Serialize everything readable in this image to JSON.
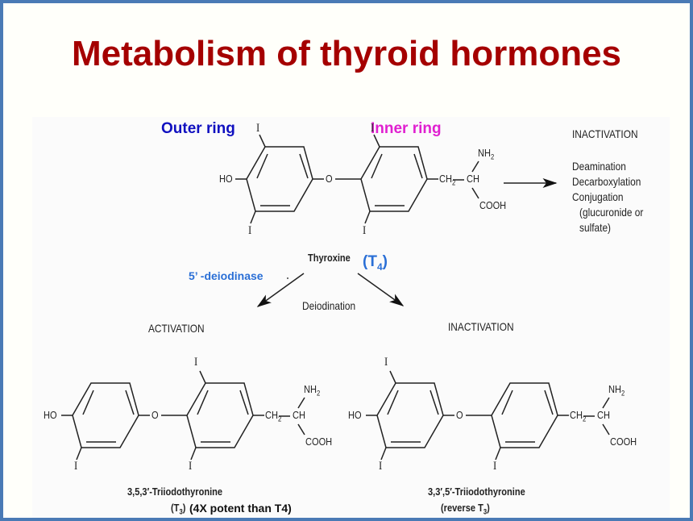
{
  "slide": {
    "title": "Metabolism of thyroid hormones",
    "border_color": "#4a7ab5",
    "title_color": "#a50000"
  },
  "annotations": {
    "outer_ring": "Outer ring",
    "inner_ring": "Inner ring",
    "t4_tag": "(T",
    "t4_sub": "4",
    "t4_tag_close": ")",
    "enzyme": "5’ -deiodinase",
    "potency": "(4X potent than T4)",
    "colors": {
      "outer_ring": "#1010c0",
      "inner_ring": "#e020d0",
      "blue_label": "#2a6fd6"
    }
  },
  "thyroxine": {
    "name": "Thyroxine",
    "substituents": {
      "iodine": "I",
      "hydroxyl": "HO",
      "ether_oxygen": "O",
      "methylene": "CH",
      "methylene_sub": "2",
      "alpha_carbon": "CH",
      "amine": "NH",
      "amine_sub": "2",
      "carboxyl": "COOH"
    }
  },
  "inactivation_top": {
    "heading": "INACTIVATION",
    "items": [
      "Deamination",
      "Decarboxylation",
      "Conjugation",
      "(glucuronide or",
      "sulfate)"
    ]
  },
  "deiodination": {
    "label": "Deiodination",
    "left_heading": "ACTIVATION",
    "right_heading": "INACTIVATION"
  },
  "t3": {
    "name_line1": "3,5,3′-Triiodothyronine",
    "name_line2_prefix": "(T",
    "name_line2_sub": "3",
    "name_line2_suffix": ")"
  },
  "reverse_t3": {
    "name_line1": "3,3′,5′-Triiodothyronine",
    "name_line2_prefix": "(reverse T",
    "name_line2_sub": "3",
    "name_line2_suffix": ")"
  }
}
